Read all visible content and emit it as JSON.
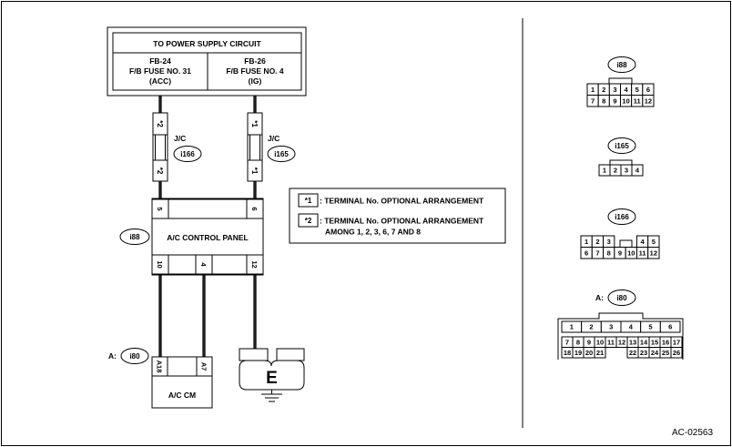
{
  "power_supply": {
    "title": "TO POWER SUPPLY CIRCUIT",
    "fuses": [
      {
        "code": "FB-24",
        "name": "F/B FUSE NO. 31",
        "mode": "(ACC)"
      },
      {
        "code": "FB-26",
        "name": "F/B FUSE NO. 4",
        "mode": "(IG)"
      }
    ]
  },
  "junctions": [
    {
      "label": "J/C",
      "connector": "i166",
      "mark": "*2"
    },
    {
      "label": "J/C",
      "connector": "i165",
      "mark": "*1"
    }
  ],
  "control_panel": {
    "connector": "i88",
    "name": "A/C CONTROL PANEL",
    "input_pins": [
      "5",
      "6"
    ],
    "output_pins": [
      "10",
      "4",
      "12"
    ]
  },
  "ac_cm": {
    "prefix": "A:",
    "connector": "i80",
    "name": "A/C CM",
    "pins": [
      "A18",
      "A7"
    ]
  },
  "ground": {
    "label": "E"
  },
  "legend": [
    {
      "mark": "*1",
      "lines": [
        ": TERMINAL No. OPTIONAL ARRANGEMENT"
      ]
    },
    {
      "mark": "*2",
      "lines": [
        ": TERMINAL No. OPTIONAL ARRANGEMENT",
        "AMONG 1, 2, 3, 6, 7 AND 8"
      ]
    }
  ],
  "connector_views": [
    {
      "label": "i88",
      "rows": [
        [
          "1",
          "2",
          "3",
          "4",
          "5",
          "6"
        ],
        [
          "7",
          "8",
          "9",
          "10",
          "11",
          "12"
        ]
      ]
    },
    {
      "label": "i165",
      "rows": [
        [
          "1",
          "2",
          "3",
          "4"
        ]
      ]
    },
    {
      "label": "i166",
      "rows": [
        [
          "1",
          "2",
          "3",
          null,
          null,
          "4",
          "5"
        ],
        [
          "6",
          "7",
          "8",
          "9",
          "10",
          "11",
          "12"
        ]
      ]
    },
    {
      "prefix": "A:",
      "label": "i80",
      "rows": [
        [
          "1",
          "2",
          "3",
          "4",
          "5",
          "6"
        ],
        [
          "7",
          "8",
          "9",
          "10",
          "11",
          "12",
          "13",
          "14",
          "15",
          "16",
          "17"
        ],
        [
          "18",
          "19",
          "20",
          "21",
          null,
          null,
          "22",
          "23",
          "24",
          "25",
          "26"
        ]
      ]
    }
  ],
  "figure_id": "AC-02563"
}
